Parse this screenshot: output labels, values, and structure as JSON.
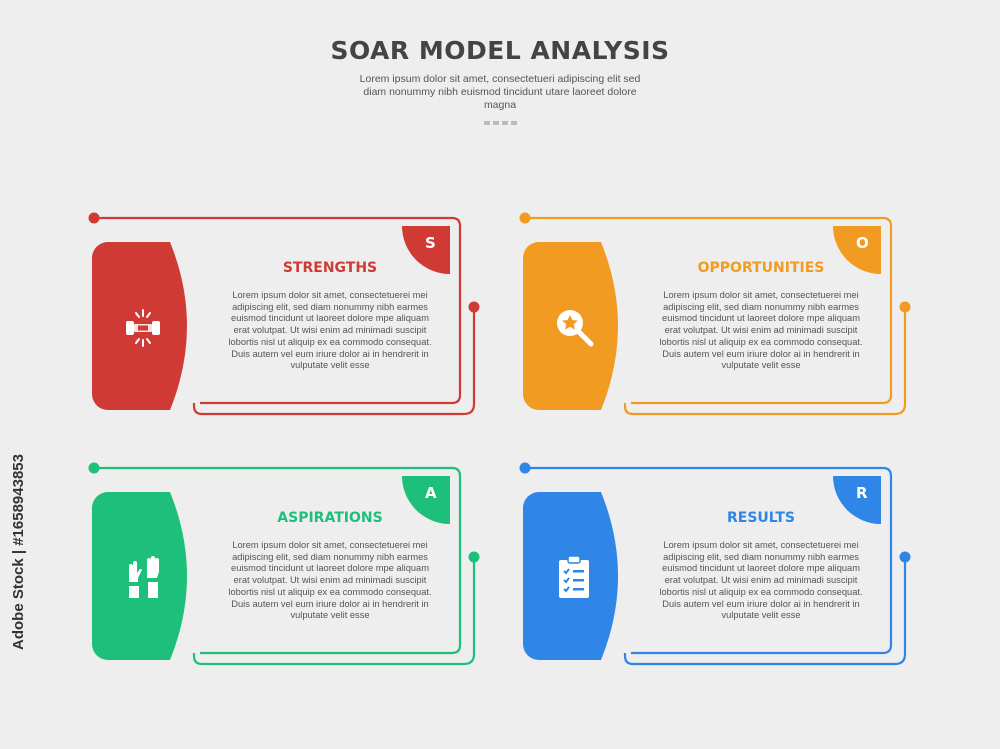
{
  "title": "SOAR MODEL ANALYSIS",
  "subtitle": "Lorem ipsum dolor sit amet, consectetueri adipiscing elit sed diam nonummy nibh euismod tincidunt utare laoreet dolore magna",
  "body_text": "Lorem ipsum dolor sit amet, consectetuerei mei adipiscing elit, sed diam nonummy nibh earmes euismod tincidunt ut laoreet dolore mpe aliquam erat volutpat. Ut wisi enim ad minimadi suscipit lobortis nisl ut aliquip ex ea commodo consequat. Duis autem vel eum iriure dolor ai in hendrerit in vulputate velit esse",
  "cards": [
    {
      "letter": "S",
      "heading": "STRENGTHS",
      "color": "#d03a35",
      "icon": "dumbbell-icon"
    },
    {
      "letter": "O",
      "heading": "OPPORTUNITIES",
      "color": "#f29b22",
      "icon": "magnifier-star-icon"
    },
    {
      "letter": "A",
      "heading": "ASPIRATIONS",
      "color": "#1dbf7b",
      "icon": "raised-hands-icon"
    },
    {
      "letter": "R",
      "heading": "RESULTS",
      "color": "#2f86e6",
      "icon": "clipboard-checklist-icon"
    }
  ],
  "watermark": {
    "side_text": "Adobe Stock | #1658943853"
  }
}
